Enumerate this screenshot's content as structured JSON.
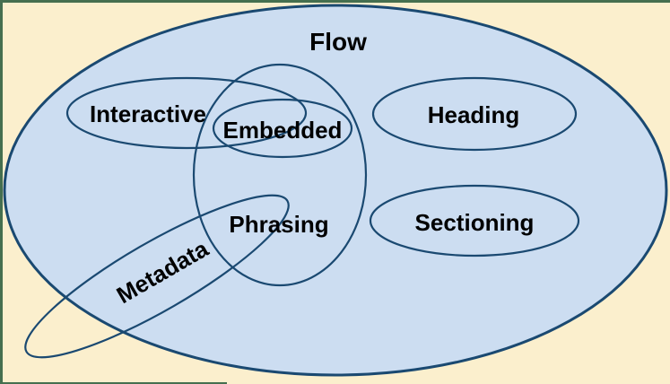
{
  "diagram": {
    "description": "Venn diagram of HTML content categories",
    "labels": {
      "flow": "Flow",
      "interactive": "Interactive",
      "embedded": "Embedded",
      "heading": "Heading",
      "phrasing": "Phrasing",
      "sectioning": "Sectioning",
      "metadata": "Metadata"
    },
    "colors": {
      "background": "#FBEFCD",
      "frame_border": "#456F4F",
      "set_fill": "#CCDDF1",
      "set_stroke": "#1A4971",
      "label_text": "#000000"
    }
  }
}
